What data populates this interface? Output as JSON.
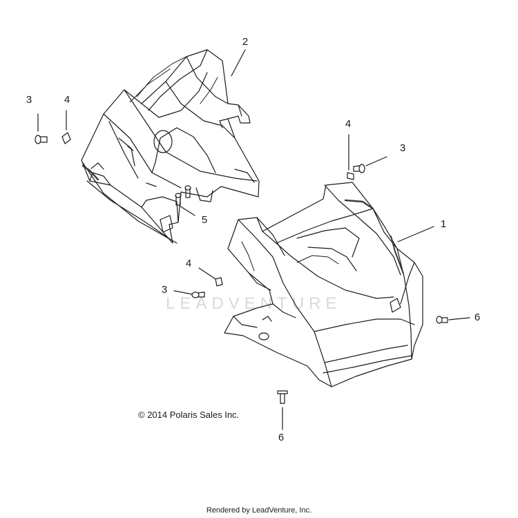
{
  "callouts": {
    "c1": "1",
    "c2": "2",
    "c3a": "3",
    "c3b": "3",
    "c3c": "3",
    "c4a": "4",
    "c4b": "4",
    "c4c": "4",
    "c5": "5",
    "c6a": "6",
    "c6b": "6"
  },
  "copyright": "© 2014 Polaris Sales Inc.",
  "rendered_by": "Rendered by LeadVenture, Inc.",
  "watermark": "LEADVENTURE",
  "colors": {
    "line": "#1a1a1a",
    "shade": "#3a3a3a",
    "watermark": "#d9d9d9"
  }
}
